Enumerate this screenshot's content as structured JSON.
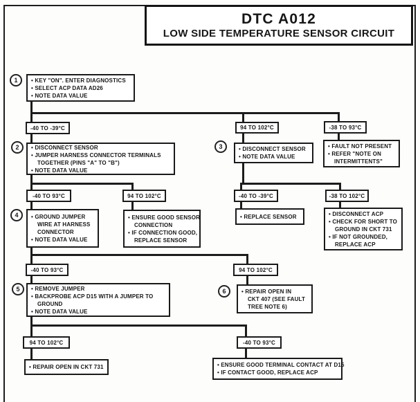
{
  "page": {
    "ink": "#1a1a1a",
    "paper": "#ffffff"
  },
  "header": {
    "dtc_code": "DTC A012",
    "circuit_name": "LOW SIDE TEMPERATURE SENSOR CIRCUIT"
  },
  "steps": {
    "s1": {
      "number": "1",
      "lines": [
        "• KEY \"ON\". ENTER DIAGNOSTICS",
        "• SELECT ACP DATA AD26",
        "• NOTE DATA VALUE"
      ]
    },
    "s2": {
      "number": "2",
      "lines": [
        "• DISCONNECT SENSOR",
        "• JUMPER HARNESS CONNECTOR TERMINALS",
        "TOGETHER (PINS \"A\" TO \"B\")",
        "• NOTE DATA VALUE"
      ]
    },
    "s3": {
      "number": "3",
      "lines": [
        "• DISCONNECT SENSOR",
        "• NOTE DATA VALUE"
      ]
    },
    "s4": {
      "number": "4",
      "lines": [
        "• GROUND JUMPER",
        "WIRE AT HARNESS",
        "CONNECTOR",
        "• NOTE DATA VALUE"
      ]
    },
    "s5": {
      "number": "5",
      "lines": [
        "• REMOVE JUMPER",
        "• BACKPROBE ACP D15 WITH A JUMPER TO",
        "GROUND",
        "• NOTE DATA VALUE"
      ]
    },
    "s6": {
      "number": "6",
      "lines": [
        "• REPAIR OPEN IN",
        "CKT 407 (SEE FAULT",
        "TREE NOTE 6)"
      ]
    }
  },
  "action_boxes": {
    "fault_not_present": {
      "lines": [
        "• FAULT NOT PRESENT",
        "• REFER \"NOTE ON",
        "INTERMITTENTS\""
      ]
    },
    "ensure_sensor": {
      "lines": [
        "• ENSURE GOOD SENSOR",
        "CONNECTION",
        "• IF CONNECTION GOOD,",
        "REPLACE SENSOR"
      ]
    },
    "replace_sensor": {
      "lines": [
        "• REPLACE SENSOR"
      ]
    },
    "disconnect_acp": {
      "lines": [
        "• DISCONNECT ACP",
        "• CHECK FOR SHORT TO",
        "GROUND IN CKT 731",
        "• IF NOT GROUNDED,",
        "REPLACE ACP"
      ]
    },
    "repair_ckt731": {
      "lines": [
        "• REPAIR OPEN IN CKT 731"
      ]
    },
    "ensure_terminal": {
      "lines": [
        "• ENSURE GOOD TERMINAL CONTACT AT D15",
        "• IF CONTACT GOOD, REPLACE ACP"
      ]
    }
  },
  "range_labels": {
    "step1_cold": "-40 TO -39°C",
    "step1_hot": "94 TO 102°C",
    "step1_normal": "-38 TO 93°C",
    "step2_inrange": "-40 TO 93°C",
    "step2_hot": "94 TO 102°C",
    "step3_cold": "-40 TO -39°C",
    "step3_inrange": "-38 TO 102°C",
    "step4_inrange": "-40 TO 93°C",
    "step4_hot": "94 TO 102°C",
    "step5_hot": "94 TO 102°C",
    "step5_inrange": "-40 TO 93°C"
  }
}
